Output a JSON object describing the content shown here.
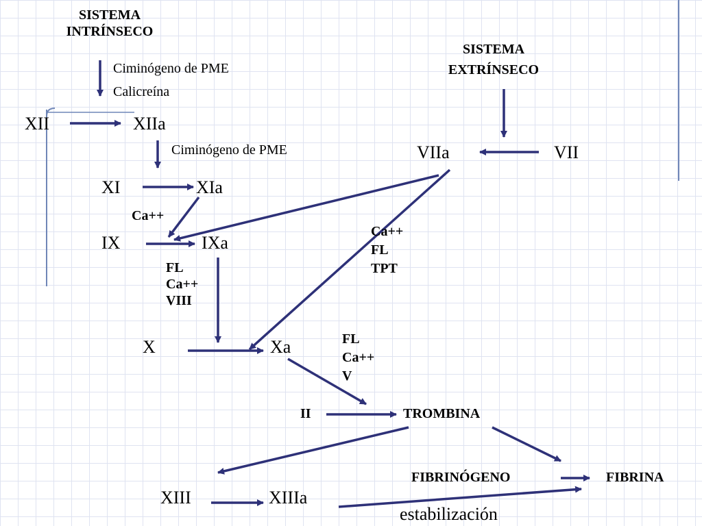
{
  "colors": {
    "arrow": "#2e3178",
    "grid": "#dfe3f1",
    "accent_band": "#c9d7f1",
    "accent_line": "#6f86b7"
  },
  "intrinsic": {
    "title_line1": "SISTEMA",
    "title_line2": "INTRÍNSECO",
    "cofactor1": "Ciminógeno de PME",
    "cofactor2": "Calicreína",
    "cofactor3": "Ciminógeno de PME"
  },
  "extrinsic": {
    "title_line1": "SISTEMA",
    "title_line2": "EXTRÍNSECO"
  },
  "factors": {
    "xii": "XII",
    "xiia": "XIIa",
    "xi": "XI",
    "xia": "XIa",
    "ix": "IX",
    "ixa": "IXa",
    "x": "X",
    "xa": "Xa",
    "vii": "VII",
    "viia": "VIIa",
    "ii": "II",
    "trombina": "TROMBINA",
    "fibrinogeno": "FIBRINÓGENO",
    "fibrina": "FIBRINA",
    "xiii": "XIII",
    "xiiia": "XIIIa"
  },
  "cofactors": {
    "ca_xi": "Ca++",
    "tenase": [
      "FL",
      "Ca++",
      "VIII"
    ],
    "extrinsic": [
      "Ca++",
      "FL",
      "TPT"
    ],
    "prothrombinase": [
      "FL",
      "Ca++",
      "V"
    ]
  },
  "bottom_label": "estabilización"
}
